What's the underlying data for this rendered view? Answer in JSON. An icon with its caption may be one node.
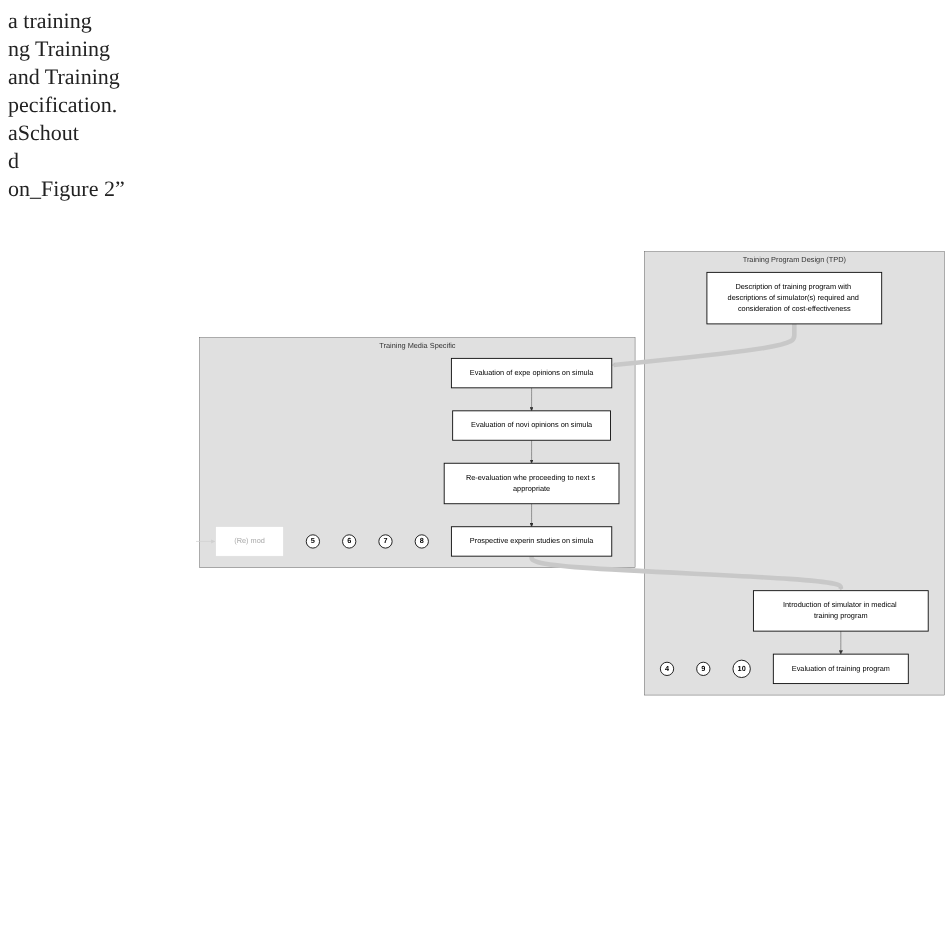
{
  "diagram": {
    "nodes": [
      {
        "text": [
          "Training Program Design (TPD)"
        ]
      },
      {
        "text": [
          "Training Media Specific"
        ]
      },
      {
        "text": [
          "4"
        ],
        "in": 0
      },
      {
        "text": [
          "Description of training program with descriptions of simulator(s) required and consideration of cost-effectiveness"
        ],
        "in": 0
      },
      {
        "text": [
          "(Re) mod"
        ],
        "in": 1
      },
      {
        "text": [
          "5"
        ],
        "in": 1
      },
      {
        "text": [
          "Evaluation of expe opinions on simula"
        ],
        "in": 1
      },
      {
        "text": [
          "6"
        ],
        "in": 1
      },
      {
        "text": [
          "Evaluation of novi opinions on simula"
        ],
        "in": 1
      },
      {
        "text": [
          "7"
        ],
        "in": 1
      },
      {
        "text": [
          "Re-evaluation whe proceeding to next s appropriate"
        ],
        "in": 1
      },
      {
        "text": [
          "8"
        ],
        "in": 1
      },
      {
        "text": [
          "Prospective experin studies on simula"
        ],
        "in": 1
      },
      {
        "text": [
          "9"
        ],
        "in": 0
      },
      {
        "text": [
          "Introduction of simulator in medical training program"
        ],
        "in": 0
      },
      {
        "text": [
          "10"
        ],
        "in": 0
      },
      {
        "text": [
          "Evaluation of training program"
        ],
        "in": 0
      }
    ],
    "edges": [
      {
        "from": 3,
        "to": 6,
        "arrow": "to",
        "style": "thick",
        "color": "#c8c8c8"
      },
      {
        "from": 6,
        "to": 8,
        "arrow": "to"
      },
      {
        "from": 8,
        "to": 10,
        "arrow": "to"
      },
      {
        "from": 10,
        "to": 12,
        "arrow": "to"
      },
      {
        "from": 12,
        "to": 14,
        "arrow": "to",
        "style": "thick",
        "color": "#c8c8c8"
      },
      {
        "from": 14,
        "to": 16,
        "arrow": "to"
      },
      {
        "from": null,
        "to": 4,
        "arrow": "both",
        "color": "#d0d0d0"
      }
    ],
    "labels": [
      "a training",
      "ng Training",
      "and Training",
      "pecification.",
      "aSchout",
      "d",
      "on_Figure 2”"
    ]
  }
}
